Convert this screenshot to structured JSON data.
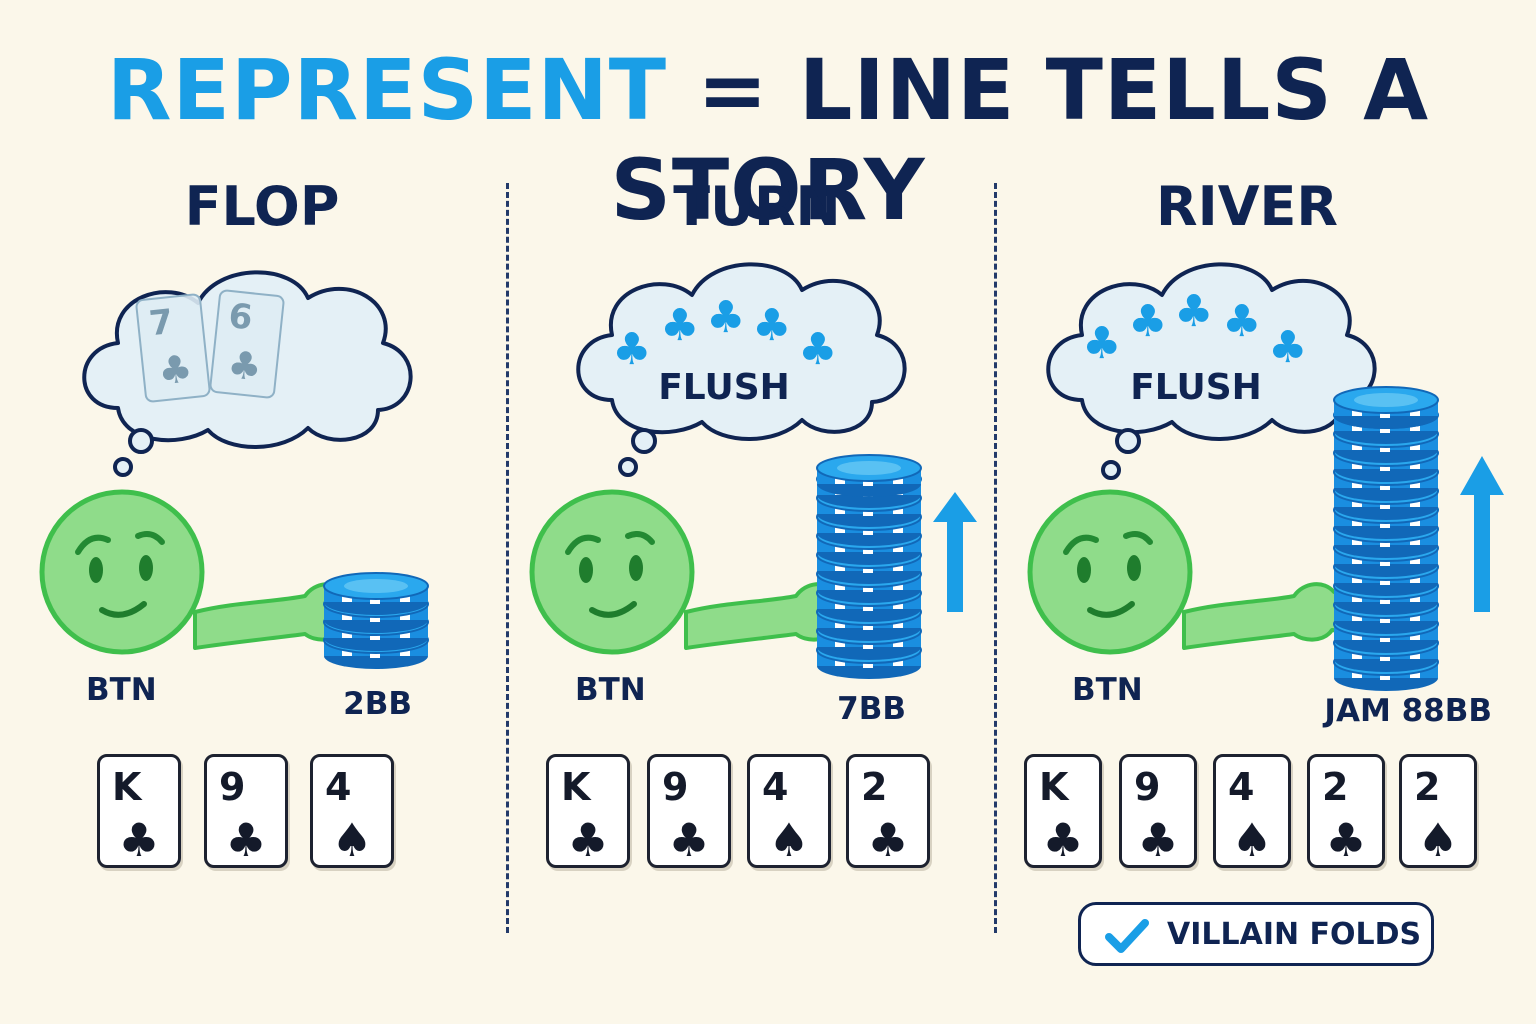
{
  "title": {
    "part1": "REPRESENT",
    "part2": "= LINE TELLS A STORY"
  },
  "streets": [
    {
      "name": "FLOP",
      "player": "BTN",
      "bet": "2BB",
      "thought": {
        "type": "hole-cards",
        "cards": [
          {
            "rank": "7",
            "suit": "♣"
          },
          {
            "rank": "6",
            "suit": "♣"
          }
        ]
      },
      "board": [
        {
          "rank": "K",
          "suit": "♣"
        },
        {
          "rank": "9",
          "suit": "♣"
        },
        {
          "rank": "4",
          "suit": "♠"
        }
      ]
    },
    {
      "name": "TURN",
      "player": "BTN",
      "bet": "7BB",
      "thought": {
        "type": "flush",
        "label": "FLUSH",
        "club_count": 5
      },
      "board": [
        {
          "rank": "K",
          "suit": "♣"
        },
        {
          "rank": "9",
          "suit": "♣"
        },
        {
          "rank": "4",
          "suit": "♠"
        },
        {
          "rank": "2",
          "suit": "♣"
        }
      ]
    },
    {
      "name": "RIVER",
      "player": "BTN",
      "bet": "JAM 88BB",
      "thought": {
        "type": "flush",
        "label": "FLUSH",
        "club_count": 5
      },
      "board": [
        {
          "rank": "K",
          "suit": "♣"
        },
        {
          "rank": "9",
          "suit": "♣"
        },
        {
          "rank": "4",
          "suit": "♠"
        },
        {
          "rank": "2",
          "suit": "♣"
        },
        {
          "rank": "2",
          "suit": "♠"
        }
      ]
    }
  ],
  "result": {
    "label": "VILLAIN FOLDS",
    "icon": "checkmark-icon"
  },
  "colors": {
    "accent": "#1a9ee6",
    "navy": "#0f2452",
    "player": "#8fdc8a",
    "background": "#fbf7ea"
  },
  "icons": {
    "player": "smiley-face-icon",
    "chips": "chip-stack-icon",
    "raise": "arrow-up-icon",
    "thought": "thought-cloud-icon",
    "suit": "club-icon"
  }
}
